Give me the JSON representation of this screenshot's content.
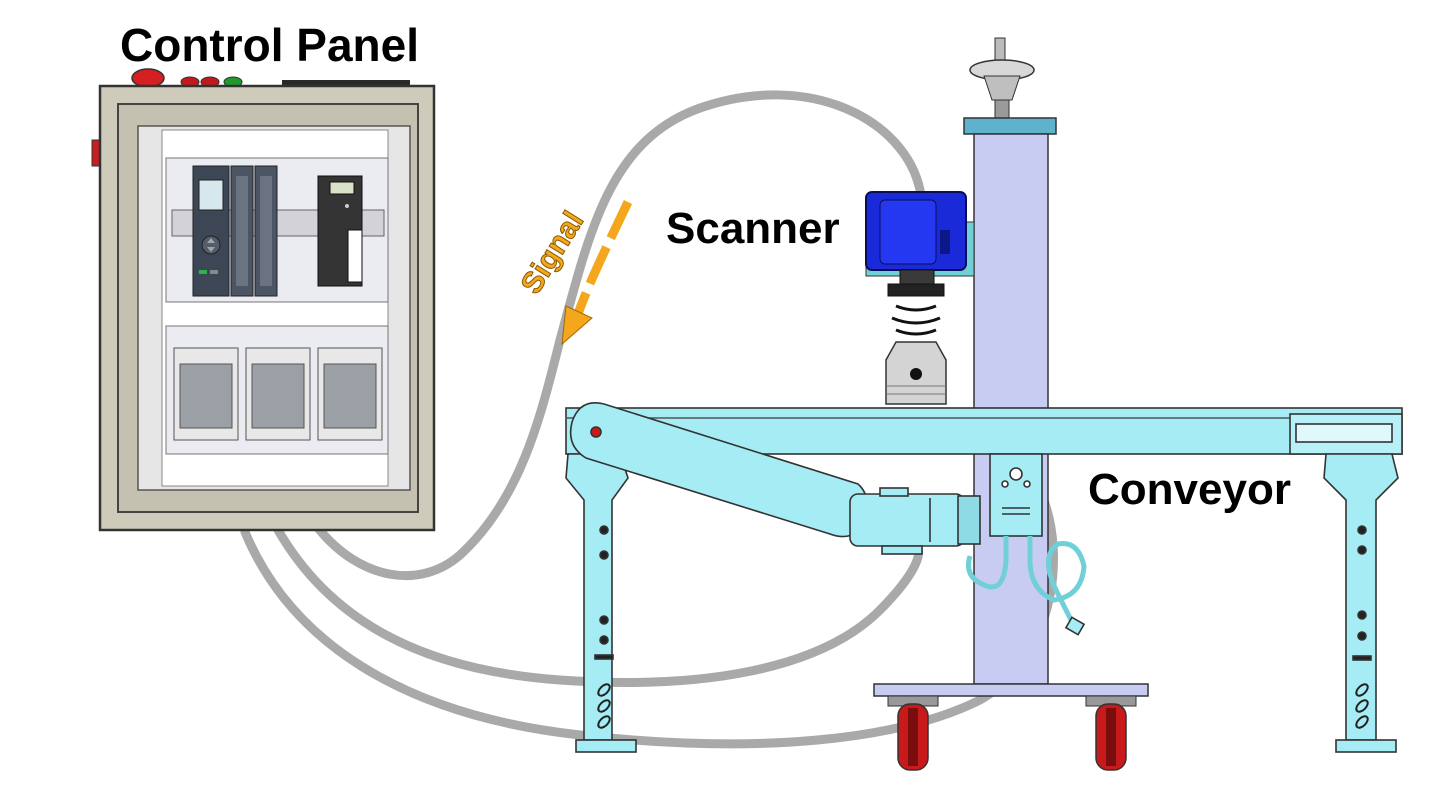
{
  "labels": {
    "control_panel": "Control Panel",
    "scanner": "Scanner",
    "conveyor": "Conveyor",
    "signal": "Signal"
  },
  "colors": {
    "cable": "#a7a7a7",
    "conveyor_frame": "#a6ecf5",
    "scanner_body": "#1a2ad8",
    "column": "#c9ccf2",
    "panel_enclosure": "#cfcbbb",
    "signal_arrow": "#f4a71c",
    "caster_wheel": "#c81a1a",
    "stop_button": "#d42020",
    "start_button": "#1f9a2a"
  }
}
